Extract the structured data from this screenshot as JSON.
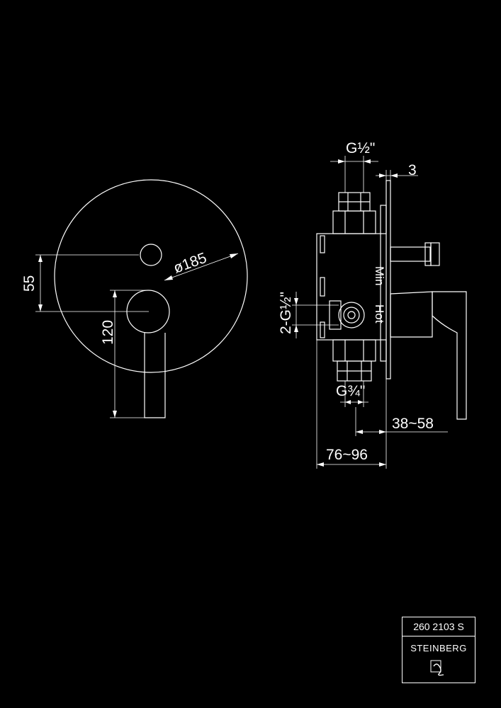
{
  "dimensions": {
    "plate_diameter": "ø185",
    "lever_offset": "55",
    "lever_length": "120",
    "top_thread": "G½\"",
    "plate_thickness": "3",
    "side_threads": "2-G½\"",
    "bottom_thread": "G¾\"",
    "wall_depth": "38~58",
    "body_depth": "76~96"
  },
  "labels": {
    "min": "Min",
    "hot": "Hot"
  },
  "title_block": {
    "product_code": "260 2103 S",
    "brand": "STEINBERG",
    "logo_icon": "steinberg-logo-icon"
  },
  "colors": {
    "background": "#000000",
    "line": "#ffffff"
  }
}
